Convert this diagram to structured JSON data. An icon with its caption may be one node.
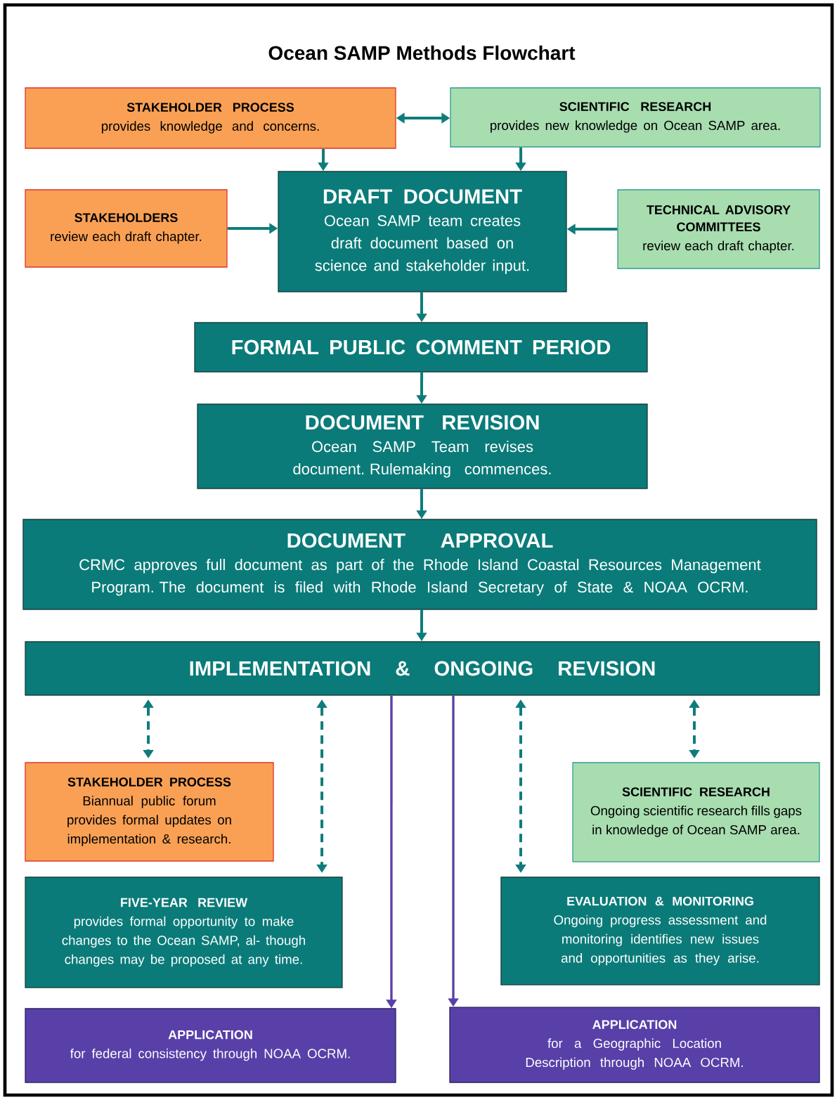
{
  "diagram": {
    "title": "Ocean SAMP Methods Flowchart",
    "nodes": [
      {
        "text": [
          "STAKEHOLDER PROCESS",
          "provides knowledge and concerns."
        ]
      },
      {
        "text": [
          "SCIENTIFIC RESEARCH",
          "provides new knowledge on Ocean SAMP area."
        ]
      },
      {
        "text": [
          "STAKEHOLDERS",
          "review each draft chapter."
        ]
      },
      {
        "text": [
          "DRAFT DOCUMENT",
          "Ocean SAMP team creates draft document based on science and stakeholder input."
        ]
      },
      {
        "text": [
          "TECHNICAL ADVISORY COMMITTEES",
          "review each draft chapter."
        ]
      },
      {
        "text": [
          "FORMAL PUBLIC COMMENT PERIOD"
        ]
      },
      {
        "text": [
          "DOCUMENT REVISION",
          "Ocean SAMP Team revises document. Rulemaking commences."
        ]
      },
      {
        "text": [
          "DOCUMENT APPROVAL",
          "CRMC approves full document as part of the Rhode Island Coastal Resources Management Program. The document is filed with Rhode Island Secretary of State & NOAA OCRM."
        ]
      },
      {
        "text": [
          "IMPLEMENTATION & ONGOING REVISION"
        ]
      },
      {
        "text": [
          "STAKEHOLDER PROCESS",
          "Biannual public forum provides formal updates on implementation & research."
        ]
      },
      {
        "text": [
          "SCIENTIFIC RESEARCH",
          "Ongoing scientific research fills gaps in knowledge of Ocean SAMP area."
        ]
      },
      {
        "text": [
          "FIVE-YEAR REVIEW",
          "provides formal opportunity to make changes to the Ocean SAMP, al- though changes may be proposed at any time."
        ]
      },
      {
        "text": [
          "EVALUATION & MONITORING",
          "Ongoing progress assessment and monitoring identifies new issues and opportunities as they arise."
        ]
      },
      {
        "text": [
          "APPLICATION",
          "for federal consistency through NOAA OCRM."
        ]
      },
      {
        "text": [
          "APPLICATION",
          "for a Geographic Location Description through NOAA OCRM."
        ]
      }
    ],
    "edges": [
      {
        "from": 0,
        "to": 1,
        "arrow": "both"
      },
      {
        "from": 0,
        "to": 3,
        "arrow": "to"
      },
      {
        "from": 1,
        "to": 3,
        "arrow": "to"
      },
      {
        "from": 2,
        "to": 3,
        "arrow": "to"
      },
      {
        "from": 4,
        "to": 3,
        "arrow": "to"
      },
      {
        "from": 3,
        "to": 5,
        "arrow": "to"
      },
      {
        "from": 5,
        "to": 6,
        "arrow": "to"
      },
      {
        "from": 6,
        "to": 7,
        "arrow": "to"
      },
      {
        "from": 7,
        "to": 8,
        "arrow": "to"
      },
      {
        "from": 8,
        "to": 9,
        "arrow": "both",
        "style": "dashed"
      },
      {
        "from": 8,
        "to": 11,
        "arrow": "both",
        "style": "dashed"
      },
      {
        "from": 8,
        "to": 13,
        "arrow": "to",
        "color": "#5a3fa8"
      },
      {
        "from": 8,
        "to": 14,
        "arrow": "to",
        "color": "#5a3fa8"
      },
      {
        "from": 8,
        "to": 12,
        "arrow": "both",
        "style": "dashed"
      },
      {
        "from": 8,
        "to": 10,
        "arrow": "both",
        "style": "dashed"
      }
    ]
  }
}
